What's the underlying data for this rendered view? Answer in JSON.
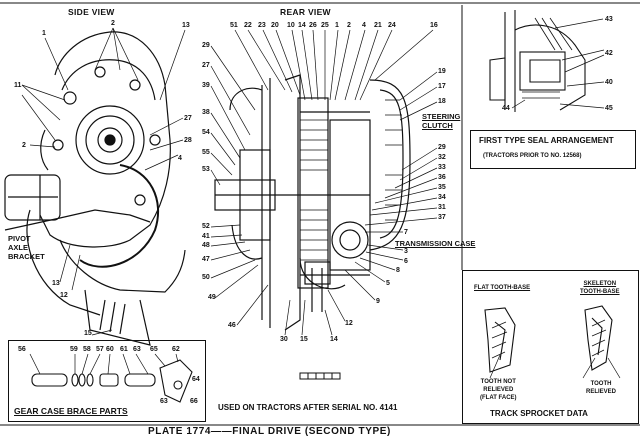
{
  "side_view": {
    "title": "SIDE VIEW",
    "callouts": [
      "1",
      "2",
      "13",
      "11",
      "2",
      "27",
      "28",
      "4",
      "12",
      "13",
      "15"
    ],
    "pivot_label": "PIVOT\nAXLE\nBRACKET"
  },
  "rear_view": {
    "title": "REAR VIEW",
    "top_callouts": [
      "51",
      "22",
      "23",
      "20",
      "10",
      "14",
      "26",
      "25",
      "1",
      "2",
      "4",
      "21",
      "24",
      "16"
    ],
    "left_callouts": [
      "29",
      "27",
      "39",
      "38",
      "54",
      "55",
      "53",
      "52",
      "41",
      "48",
      "47",
      "50",
      "49",
      "46"
    ],
    "right_callouts": [
      "19",
      "17",
      "18",
      "29",
      "32",
      "33",
      "36",
      "35",
      "34",
      "31",
      "37",
      "7",
      "3",
      "6",
      "8",
      "5",
      "9",
      "12"
    ],
    "bottom_callouts": [
      "30",
      "15",
      "14"
    ],
    "steering_clutch": "STEERING\nCLUTCH",
    "transmission_case": "TRANSMISSION CASE"
  },
  "seal_box": {
    "callouts": [
      "43",
      "42",
      "40",
      "44",
      "45"
    ],
    "title": "FIRST TYPE SEAL ARRANGEMENT",
    "subtitle": "(TRACTORS PRIOR TO NO. 12568)"
  },
  "brace_box": {
    "callouts": [
      "56",
      "59",
      "58",
      "57",
      "60",
      "61",
      "63",
      "65",
      "62",
      "64",
      "63",
      "66"
    ],
    "title": "GEAR CASE BRACE PARTS"
  },
  "sprocket_box": {
    "flat_title": "FLAT TOOTH-BASE",
    "skeleton_title": "SKELETON\nTOOTH-BASE",
    "flat_note": "TOOTH NOT\nRELIEVED\n(FLAT FACE)",
    "skeleton_note": "TOOTH\nRELIEVED",
    "title": "TRACK SPROCKET DATA"
  },
  "used_on": "USED ON TRACTORS AFTER SERIAL NO. 4141",
  "plate_title": "PLATE 1774——FINAL DRIVE (SECOND TYPE)"
}
